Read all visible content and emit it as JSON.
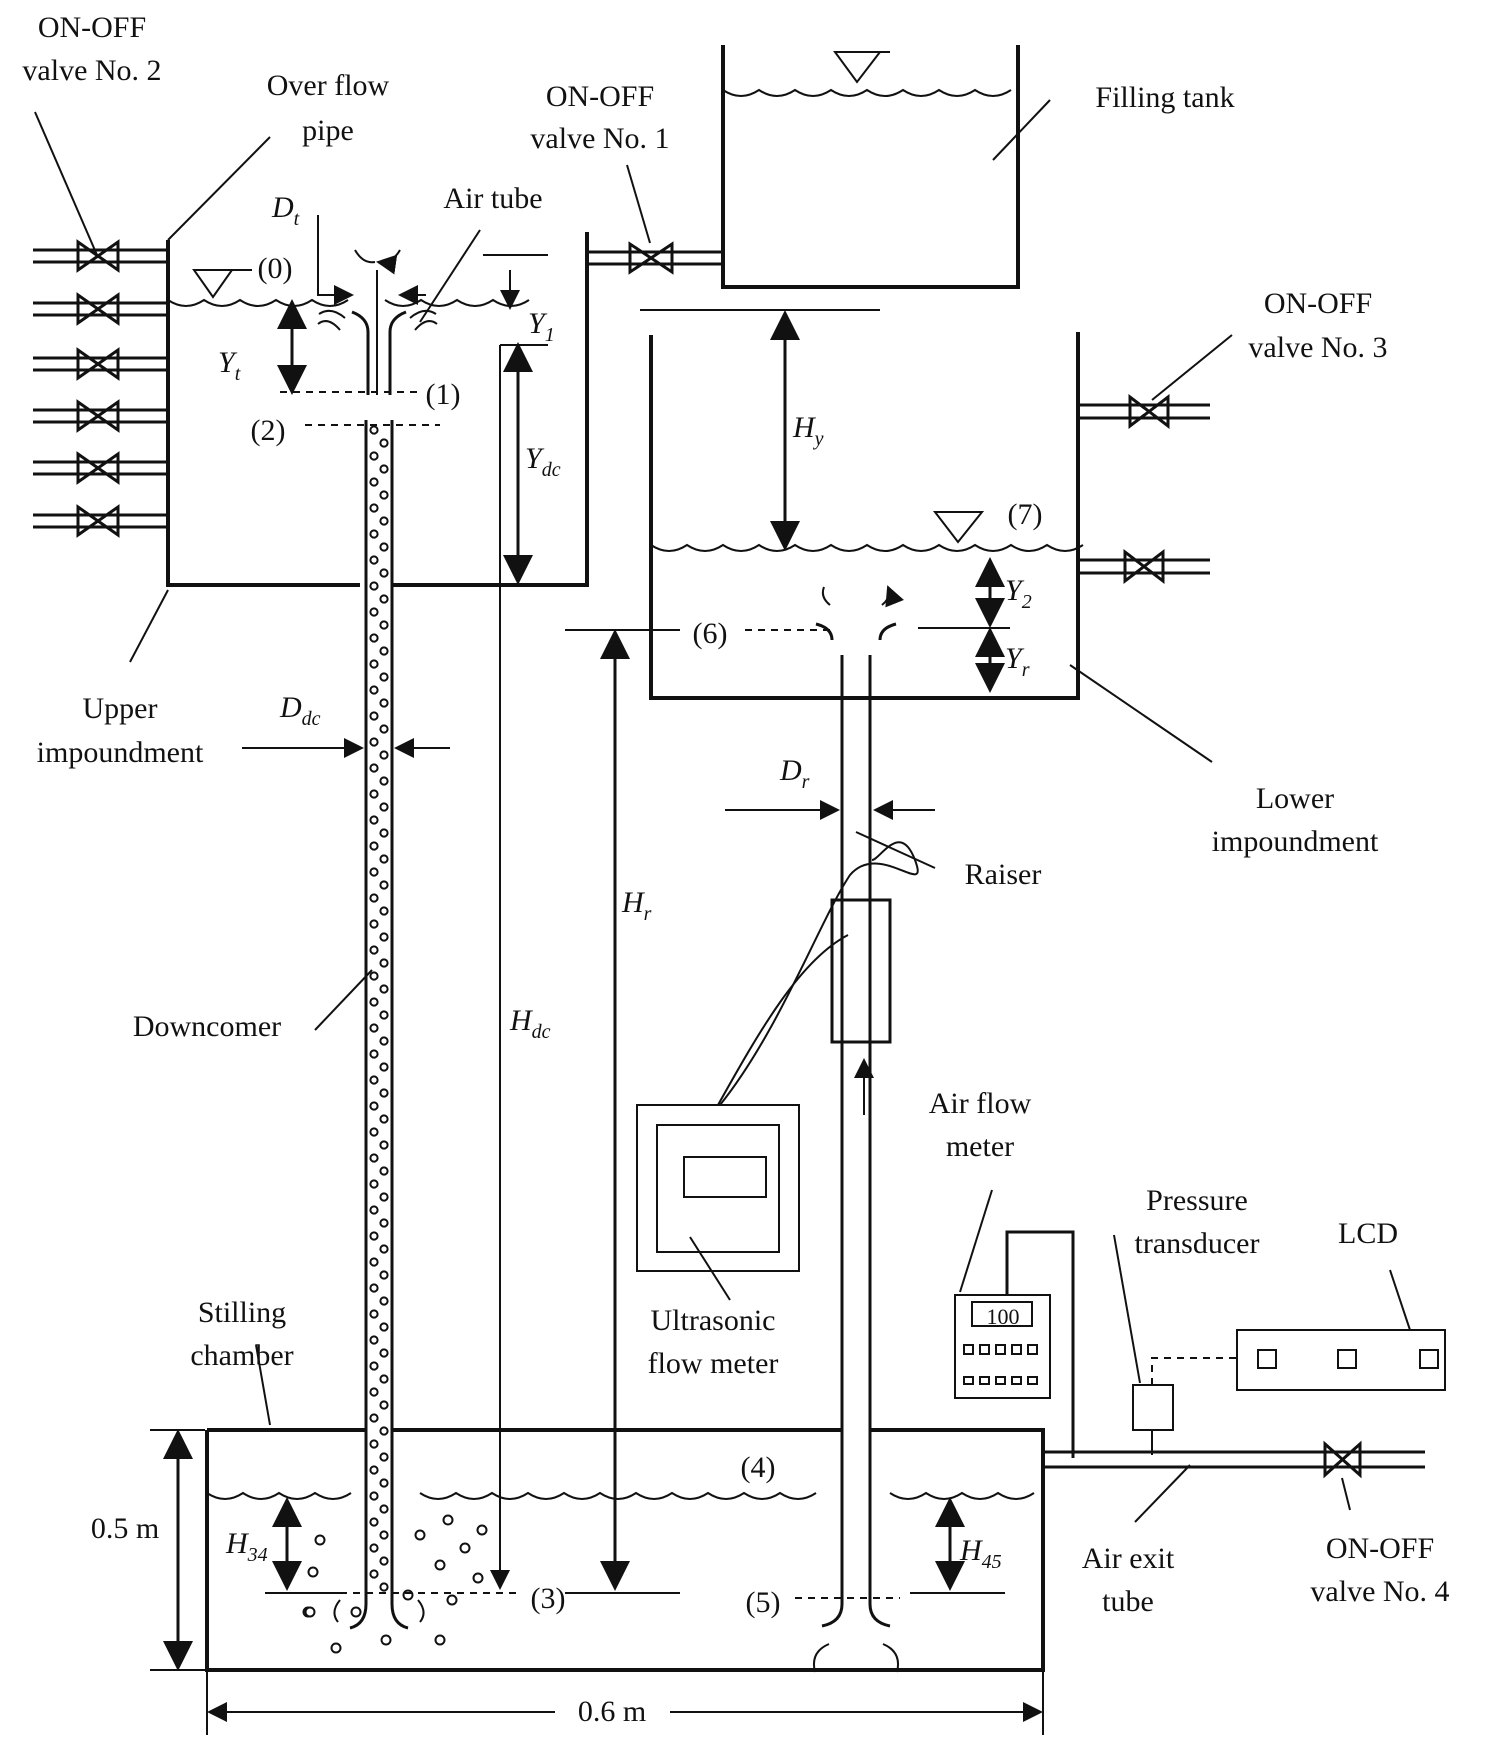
{
  "labels": {
    "valve2": [
      "ON-OFF",
      "valve No. 2"
    ],
    "overflow_pipe": [
      "Over flow",
      "pipe"
    ],
    "valve1": [
      "ON-OFF",
      "valve No. 1"
    ],
    "filling_tank": "Filling tank",
    "air_tube": "Air tube",
    "valve3": [
      "ON-OFF",
      "valve No. 3"
    ],
    "upper_impoundment": [
      "Upper",
      "impoundment"
    ],
    "lower_impoundment": [
      "Lower",
      "impoundment"
    ],
    "raiser": "Raiser",
    "downcomer": "Downcomer",
    "air_flow_meter": [
      "Air flow",
      "meter"
    ],
    "ultrasonic_flow_meter": [
      "Ultrasonic",
      "flow meter"
    ],
    "pressure_transducer": [
      "Pressure",
      "transducer"
    ],
    "lcd": "LCD",
    "stilling_chamber": [
      "Stilling",
      "chamber"
    ],
    "air_exit_tube": [
      "Air exit",
      "tube"
    ],
    "valve4": [
      "ON-OFF",
      "valve No. 4"
    ]
  },
  "points": [
    "(0)",
    "(1)",
    "(2)",
    "(3)",
    "(4)",
    "(5)",
    "(6)",
    "(7)"
  ],
  "symbols": {
    "Dt": {
      "base": "D",
      "sub": "t"
    },
    "Yt": {
      "base": "Y",
      "sub": "t"
    },
    "Y1": {
      "base": "Y",
      "sub": "1"
    },
    "Ydc": {
      "base": "Y",
      "sub": "dc"
    },
    "Hy": {
      "base": "H",
      "sub": "y"
    },
    "Y2": {
      "base": "Y",
      "sub": "2"
    },
    "Yr": {
      "base": "Y",
      "sub": "r"
    },
    "Ddc": {
      "base": "D",
      "sub": "dc"
    },
    "Dr": {
      "base": "D",
      "sub": "r"
    },
    "Hr": {
      "base": "H",
      "sub": "r"
    },
    "Hdc": {
      "base": "H",
      "sub": "dc"
    },
    "H34": {
      "base": "H",
      "sub": "34"
    },
    "H45": {
      "base": "H",
      "sub": "45"
    }
  },
  "dimensions": {
    "height": "0.5 m",
    "width": "0.6 m"
  },
  "meter_display": "100"
}
